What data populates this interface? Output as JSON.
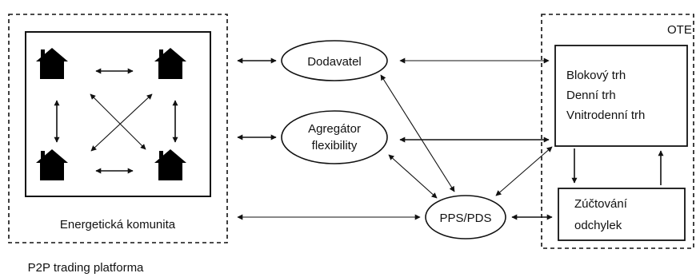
{
  "diagram": {
    "community": {
      "label": "Energetická komunita",
      "caption": "P2P trading platforma"
    },
    "nodes": {
      "supplier": "Dodavatel",
      "aggregator_line1": "Agregátor",
      "aggregator_line2": "flexibility",
      "tso_dso": "PPS/PDS"
    },
    "ote": {
      "label": "OTE",
      "markets": [
        "Blokový trh",
        "Denní trh",
        "Vnitrodenní trh"
      ],
      "settlement_line1": "Zúčtování",
      "settlement_line2": "odchylek"
    }
  }
}
